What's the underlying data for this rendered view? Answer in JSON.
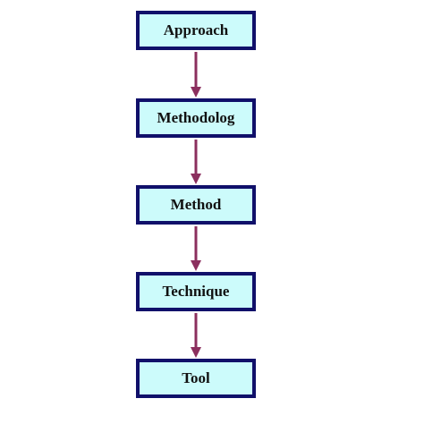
{
  "diagram": {
    "nodes": [
      {
        "id": "approach",
        "label": "Approach"
      },
      {
        "id": "methodolog",
        "label": "Methodolog"
      },
      {
        "id": "method",
        "label": "Method"
      },
      {
        "id": "technique",
        "label": "Technique"
      },
      {
        "id": "tool",
        "label": "Tool"
      }
    ],
    "edges": [
      {
        "from": "approach",
        "to": "methodolog"
      },
      {
        "from": "methodolog",
        "to": "method"
      },
      {
        "from": "method",
        "to": "technique"
      },
      {
        "from": "technique",
        "to": "tool"
      }
    ],
    "colors": {
      "box_fill": "#ccfbfb",
      "box_border": "#10106a",
      "arrow": "#8b2f5e"
    }
  }
}
